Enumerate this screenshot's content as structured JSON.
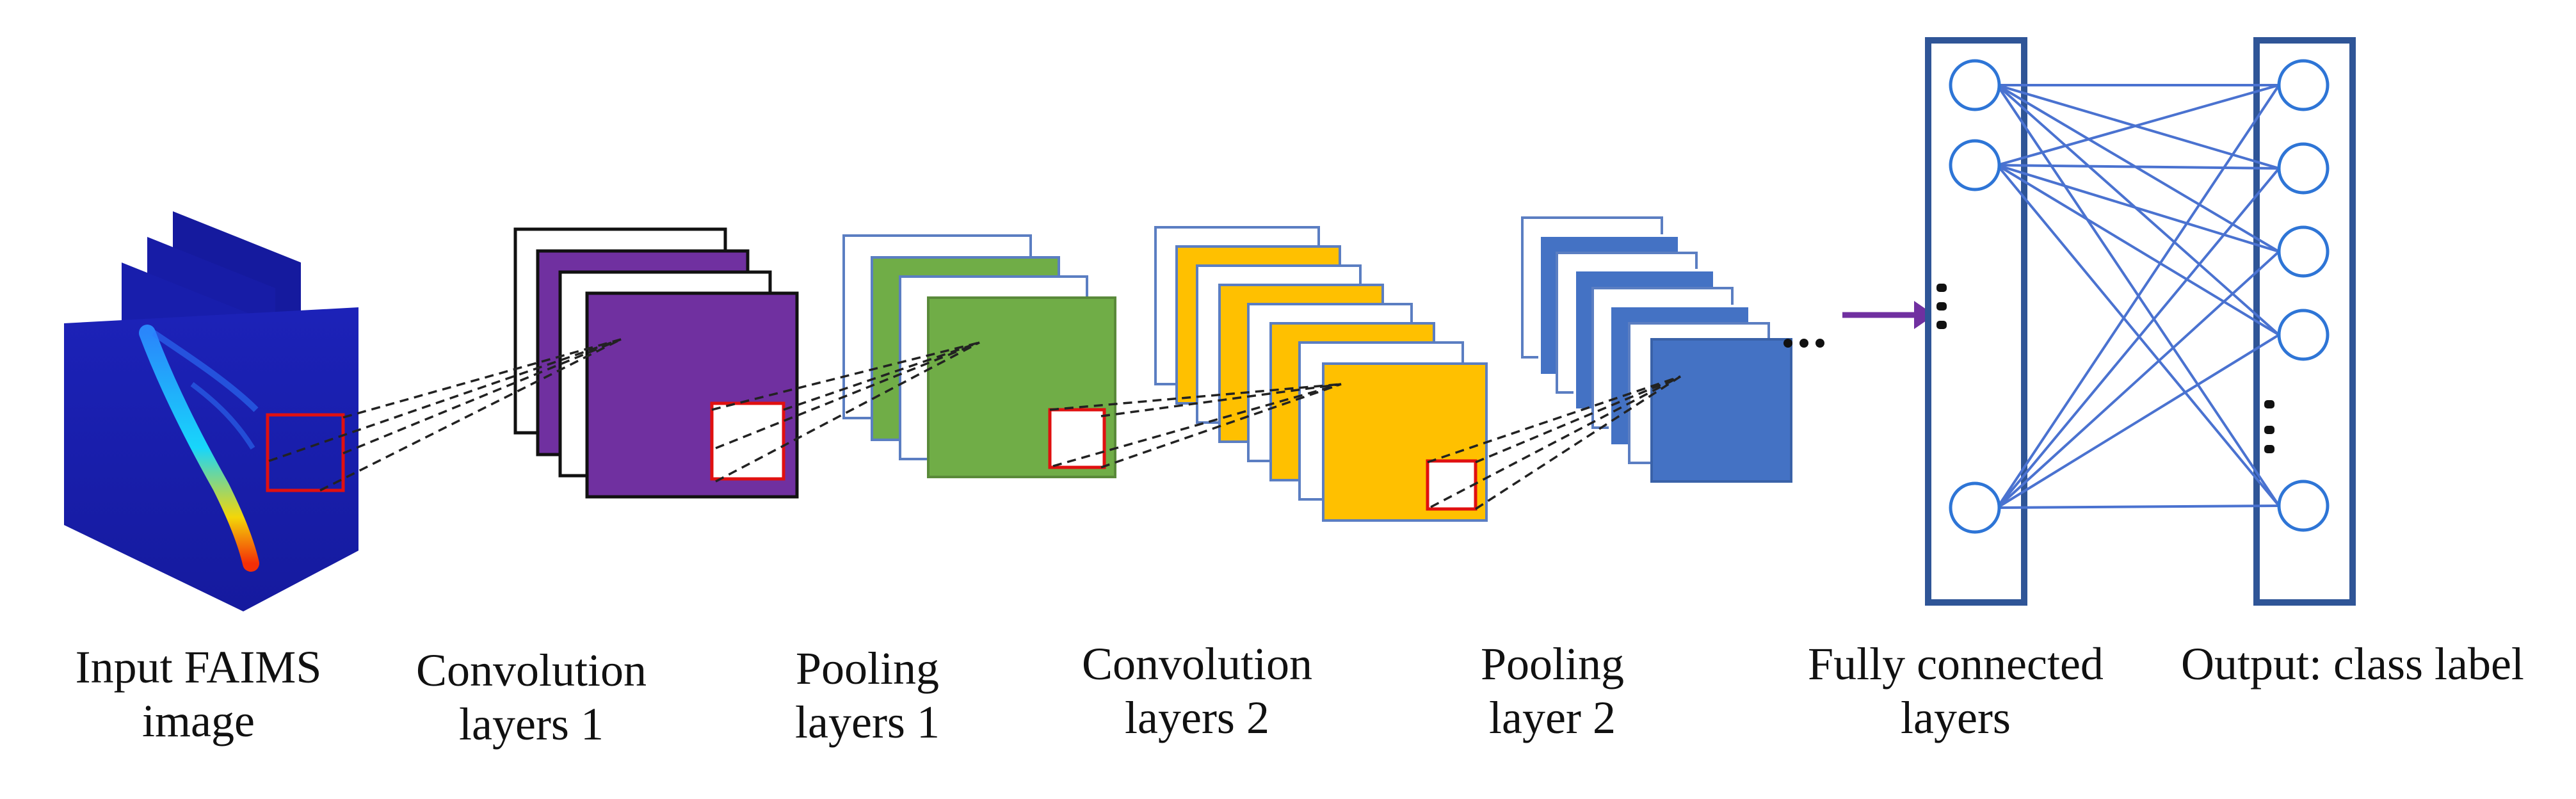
{
  "labels": {
    "input": [
      "Input FAIMS",
      "image"
    ],
    "conv1": [
      "Convolution",
      "layers 1"
    ],
    "pool1": [
      "Pooling",
      "layers 1"
    ],
    "conv2": [
      "Convolution",
      "layers 2"
    ],
    "pool2": [
      "Pooling",
      "layer 2"
    ],
    "fc": [
      "Fully connected",
      "layers"
    ],
    "output": [
      "Output: class label"
    ]
  },
  "colors": {
    "input_bg": "#1a1fb3",
    "conv1": "#7030a0",
    "pool1": "#70ad47",
    "conv2": "#ffc000",
    "pool2": "#4472c4",
    "fc_border": "#2f5597",
    "node": "#2e75d6",
    "edge": "#4a72d0",
    "arrow": "#7030a0",
    "highlight": "#e01010",
    "dash": "#222222"
  },
  "icons": {
    "arrow": "right-arrow-icon",
    "ellipsis": "ellipsis-icon"
  }
}
